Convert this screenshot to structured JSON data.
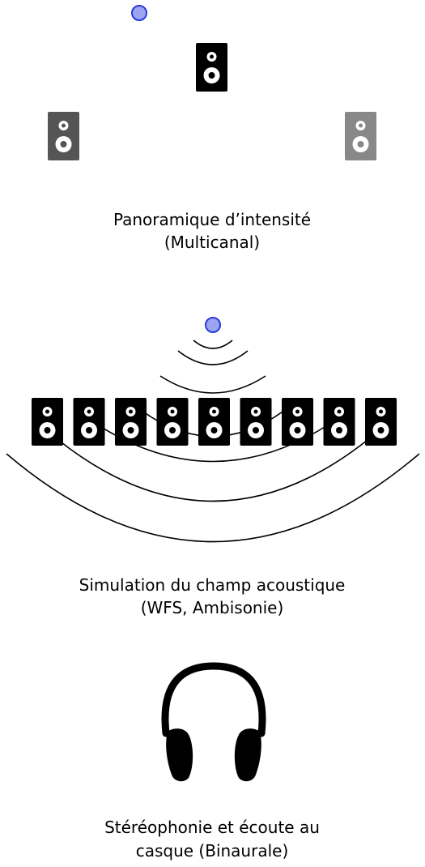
{
  "colors": {
    "source_fill": "#9aa6f0",
    "source_stroke": "#2a3ad8",
    "speaker_center": "#000000",
    "speaker_left": "#555555",
    "speaker_right": "#888888",
    "speaker_array": "#000000",
    "wave": "#000000",
    "headphones": "#000000",
    "text": "#000000"
  },
  "icons": {
    "source": "sound-source-icon",
    "speaker": "loudspeaker-icon",
    "headphones": "headphones-icon"
  },
  "sections": [
    {
      "id": "multicanal",
      "caption_line1": "Panoramique d’intensité",
      "caption_line2": "(Multicanal)"
    },
    {
      "id": "wfs",
      "caption_line1": "Simulation du champ acoustique",
      "caption_line2": "(WFS, Ambisonie)",
      "speaker_count": 9
    },
    {
      "id": "binaural",
      "caption_line1": "Stéréophonie et écoute au",
      "caption_line2": "casque (Binaurale)"
    }
  ]
}
